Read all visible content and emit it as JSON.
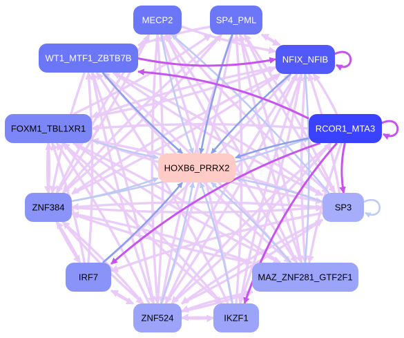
{
  "colors": {
    "background": "#ffffff",
    "edge_light": "#e9c9f8",
    "edge_blue": "#8aa0ec",
    "edge_lavender": "#bfc9f6",
    "edge_purple": "#c653ee",
    "node_dark": "#3a41ff",
    "node_mid": "#6c77f7",
    "node_light": "#9da7fb",
    "node_target": "#ffcbc7"
  },
  "nodes": [
    {
      "id": "MECP2",
      "label": "MECP2",
      "color": "#6c77f7",
      "text": "#ffffff"
    },
    {
      "id": "SP4_PML",
      "label": "SP4_PML",
      "color": "#6c77f7",
      "text": "#ffffff"
    },
    {
      "id": "WT1_MTF1_ZBTB7B",
      "label": "WT1_MTF1_ZBTB7B",
      "color": "#6c77f7",
      "text": "#ffffff"
    },
    {
      "id": "NFIX_NFIB",
      "label": "NFIX_NFIB",
      "color": "#5259fb",
      "text": "#ffffff"
    },
    {
      "id": "FOXM1_TBL1XR1",
      "label": "FOXM1_TBL1XR1",
      "color": "#7d86f7",
      "text": "#000000"
    },
    {
      "id": "RCOR1_MTA3",
      "label": "RCOR1_MTA3",
      "color": "#3a41ff",
      "text": "#ffffff"
    },
    {
      "id": "HOXB6_PRRX2",
      "label": "HOXB6_PRRX2",
      "color": "#ffcbc7",
      "text": "#000000"
    },
    {
      "id": "ZNF384",
      "label": "ZNF384",
      "color": "#8a93f8",
      "text": "#000000"
    },
    {
      "id": "SP3",
      "label": "SP3",
      "color": "#a6aefb",
      "text": "#000000"
    },
    {
      "id": "IRF7",
      "label": "IRF7",
      "color": "#8a93f8",
      "text": "#000000"
    },
    {
      "id": "MAZ_ZNF281_GTF2F1",
      "label": "MAZ_ZNF281_GTF2F1",
      "color": "#9ca4fa",
      "text": "#000000"
    },
    {
      "id": "ZNF524",
      "label": "ZNF524",
      "color": "#9ca4fa",
      "text": "#000000"
    },
    {
      "id": "IKZF1",
      "label": "IKZF1",
      "color": "#9ca4fa",
      "text": "#000000"
    }
  ],
  "edges": [
    {
      "from": "WT1_MTF1_ZBTB7B",
      "to": "HOXB6_PRRX2",
      "style": "blue"
    },
    {
      "from": "SP4_PML",
      "to": "HOXB6_PRRX2",
      "style": "blue"
    },
    {
      "from": "RCOR1_MTA3",
      "to": "HOXB6_PRRX2",
      "style": "blue"
    },
    {
      "from": "NFIX_NFIB",
      "to": "HOXB6_PRRX2",
      "style": "blue"
    },
    {
      "from": "IRF7",
      "to": "HOXB6_PRRX2",
      "style": "blue"
    },
    {
      "from": "MECP2",
      "to": "HOXB6_PRRX2",
      "style": "lavender"
    },
    {
      "from": "FOXM1_TBL1XR1",
      "to": "HOXB6_PRRX2",
      "style": "lavender"
    },
    {
      "from": "ZNF384",
      "to": "HOXB6_PRRX2",
      "style": "lavender"
    },
    {
      "from": "SP3",
      "to": "HOXB6_PRRX2",
      "style": "lavender"
    },
    {
      "from": "ZNF524",
      "to": "HOXB6_PRRX2",
      "style": "lavender"
    },
    {
      "from": "MAZ_ZNF281_GTF2F1",
      "to": "HOXB6_PRRX2",
      "style": "lavender"
    },
    {
      "from": "IKZF1",
      "to": "HOXB6_PRRX2",
      "style": "lavender"
    },
    {
      "from": "SP3",
      "to": "MECP2",
      "style": "lavender"
    },
    {
      "from": "MAZ_ZNF281_GTF2F1",
      "to": "NFIX_NFIB",
      "style": "lavender"
    },
    {
      "from": "ZNF384",
      "to": "RCOR1_MTA3",
      "style": "lavender"
    },
    {
      "from": "WT1_MTF1_ZBTB7B",
      "to": "NFIX_NFIB",
      "style": "purple"
    },
    {
      "from": "RCOR1_MTA3",
      "to": "WT1_MTF1_ZBTB7B",
      "style": "purple"
    },
    {
      "from": "RCOR1_MTA3",
      "to": "SP3",
      "style": "purple"
    },
    {
      "from": "RCOR1_MTA3",
      "to": "IRF7",
      "style": "purple"
    },
    {
      "from": "RCOR1_MTA3",
      "to": "IKZF1",
      "style": "purple"
    },
    {
      "from": "NFIX_NFIB",
      "to": "NFIX_NFIB",
      "style": "purple"
    },
    {
      "from": "RCOR1_MTA3",
      "to": "RCOR1_MTA3",
      "style": "purple"
    },
    {
      "from": "SP3",
      "to": "SP3",
      "style": "lavender"
    },
    {
      "from": "ZNF524",
      "to": "MECP2",
      "style": "light"
    },
    {
      "from": "ZNF524",
      "to": "SP4_PML",
      "style": "light"
    },
    {
      "from": "ZNF524",
      "to": "WT1_MTF1_ZBTB7B",
      "style": "light"
    },
    {
      "from": "ZNF524",
      "to": "NFIX_NFIB",
      "style": "light"
    },
    {
      "from": "ZNF524",
      "to": "FOXM1_TBL1XR1",
      "style": "light"
    },
    {
      "from": "ZNF524",
      "to": "RCOR1_MTA3",
      "style": "light"
    },
    {
      "from": "ZNF524",
      "to": "ZNF384",
      "style": "light"
    },
    {
      "from": "ZNF524",
      "to": "SP3",
      "style": "light"
    },
    {
      "from": "ZNF524",
      "to": "IRF7",
      "style": "light"
    },
    {
      "from": "ZNF524",
      "to": "MAZ_ZNF281_GTF2F1",
      "style": "light"
    },
    {
      "from": "ZNF524",
      "to": "IKZF1",
      "style": "light"
    },
    {
      "from": "IKZF1",
      "to": "ZNF524",
      "style": "light"
    },
    {
      "from": "IKZF1",
      "to": "MECP2",
      "style": "light"
    },
    {
      "from": "IKZF1",
      "to": "SP4_PML",
      "style": "light"
    },
    {
      "from": "IKZF1",
      "to": "NFIX_NFIB",
      "style": "light"
    },
    {
      "from": "IKZF1",
      "to": "WT1_MTF1_ZBTB7B",
      "style": "light"
    },
    {
      "from": "IKZF1",
      "to": "FOXM1_TBL1XR1",
      "style": "light"
    },
    {
      "from": "MAZ_ZNF281_GTF2F1",
      "to": "SP4_PML",
      "style": "light"
    },
    {
      "from": "MAZ_ZNF281_GTF2F1",
      "to": "MECP2",
      "style": "light"
    },
    {
      "from": "MAZ_ZNF281_GTF2F1",
      "to": "WT1_MTF1_ZBTB7B",
      "style": "light"
    },
    {
      "from": "MAZ_ZNF281_GTF2F1",
      "to": "FOXM1_TBL1XR1",
      "style": "light"
    },
    {
      "from": "MAZ_ZNF281_GTF2F1",
      "to": "ZNF384",
      "style": "light"
    },
    {
      "from": "MAZ_ZNF281_GTF2F1",
      "to": "ZNF524",
      "style": "light"
    },
    {
      "from": "SP3",
      "to": "ZNF384",
      "style": "light"
    },
    {
      "from": "SP3",
      "to": "WT1_MTF1_ZBTB7B",
      "style": "light"
    },
    {
      "from": "SP3",
      "to": "NFIX_NFIB",
      "style": "light"
    },
    {
      "from": "SP3",
      "to": "FOXM1_TBL1XR1",
      "style": "light"
    },
    {
      "from": "SP3",
      "to": "ZNF524",
      "style": "light"
    },
    {
      "from": "SP3",
      "to": "IRF7",
      "style": "light"
    },
    {
      "from": "SP3",
      "to": "SP4_PML",
      "style": "light"
    },
    {
      "from": "ZNF384",
      "to": "NFIX_NFIB",
      "style": "light"
    },
    {
      "from": "ZNF384",
      "to": "SP4_PML",
      "style": "light"
    },
    {
      "from": "ZNF384",
      "to": "MECP2",
      "style": "light"
    },
    {
      "from": "ZNF384",
      "to": "SP3",
      "style": "light"
    },
    {
      "from": "ZNF384",
      "to": "FOXM1_TBL1XR1",
      "style": "light"
    },
    {
      "from": "ZNF384",
      "to": "MAZ_ZNF281_GTF2F1",
      "style": "light"
    },
    {
      "from": "ZNF384",
      "to": "ZNF524",
      "style": "light"
    },
    {
      "from": "ZNF384",
      "to": "IRF7",
      "style": "light"
    },
    {
      "from": "IRF7",
      "to": "WT1_MTF1_ZBTB7B",
      "style": "light"
    },
    {
      "from": "IRF7",
      "to": "FOXM1_TBL1XR1",
      "style": "light"
    },
    {
      "from": "IRF7",
      "to": "ZNF524",
      "style": "light"
    },
    {
      "from": "IRF7",
      "to": "NFIX_NFIB",
      "style": "light"
    },
    {
      "from": "IRF7",
      "to": "ZNF384",
      "style": "light"
    },
    {
      "from": "FOXM1_TBL1XR1",
      "to": "NFIX_NFIB",
      "style": "light"
    },
    {
      "from": "FOXM1_TBL1XR1",
      "to": "SP3",
      "style": "light"
    },
    {
      "from": "FOXM1_TBL1XR1",
      "to": "MAZ_ZNF281_GTF2F1",
      "style": "light"
    },
    {
      "from": "FOXM1_TBL1XR1",
      "to": "ZNF384",
      "style": "light"
    },
    {
      "from": "FOXM1_TBL1XR1",
      "to": "IKZF1",
      "style": "light"
    },
    {
      "from": "FOXM1_TBL1XR1",
      "to": "SP4_PML",
      "style": "light"
    },
    {
      "from": "WT1_MTF1_ZBTB7B",
      "to": "SP3",
      "style": "light"
    },
    {
      "from": "WT1_MTF1_ZBTB7B",
      "to": "ZNF384",
      "style": "light"
    },
    {
      "from": "WT1_MTF1_ZBTB7B",
      "to": "MAZ_ZNF281_GTF2F1",
      "style": "light"
    },
    {
      "from": "WT1_MTF1_ZBTB7B",
      "to": "ZNF524",
      "style": "light"
    },
    {
      "from": "MECP2",
      "to": "ZNF524",
      "style": "light"
    },
    {
      "from": "MECP2",
      "to": "NFIX_NFIB",
      "style": "light"
    },
    {
      "from": "MECP2",
      "to": "SP3",
      "style": "light"
    },
    {
      "from": "MECP2",
      "to": "MAZ_ZNF281_GTF2F1",
      "style": "light"
    },
    {
      "from": "MECP2",
      "to": "ZNF384",
      "style": "light"
    },
    {
      "from": "SP4_PML",
      "to": "NFIX_NFIB",
      "style": "light"
    },
    {
      "from": "SP4_PML",
      "to": "MAZ_ZNF281_GTF2F1",
      "style": "light"
    },
    {
      "from": "SP4_PML",
      "to": "ZNF524",
      "style": "light"
    },
    {
      "from": "SP4_PML",
      "to": "ZNF384",
      "style": "light"
    },
    {
      "from": "SP4_PML",
      "to": "SP3",
      "style": "light"
    },
    {
      "from": "SP4_PML",
      "to": "WT1_MTF1_ZBTB7B",
      "style": "light"
    },
    {
      "from": "NFIX_NFIB",
      "to": "ZNF524",
      "style": "light"
    },
    {
      "from": "NFIX_NFIB",
      "to": "IKZF1",
      "style": "light"
    },
    {
      "from": "NFIX_NFIB",
      "to": "MAZ_ZNF281_GTF2F1",
      "style": "light"
    },
    {
      "from": "NFIX_NFIB",
      "to": "ZNF384",
      "style": "light"
    },
    {
      "from": "NFIX_NFIB",
      "to": "FOXM1_TBL1XR1",
      "style": "light"
    },
    {
      "from": "NFIX_NFIB",
      "to": "SP4_PML",
      "style": "light"
    },
    {
      "from": "RCOR1_MTA3",
      "to": "ZNF524",
      "style": "light"
    },
    {
      "from": "RCOR1_MTA3",
      "to": "FOXM1_TBL1XR1",
      "style": "light"
    },
    {
      "from": "RCOR1_MTA3",
      "to": "MAZ_ZNF281_GTF2F1",
      "style": "light"
    },
    {
      "from": "RCOR1_MTA3",
      "to": "NFIX_NFIB",
      "style": "light"
    }
  ]
}
